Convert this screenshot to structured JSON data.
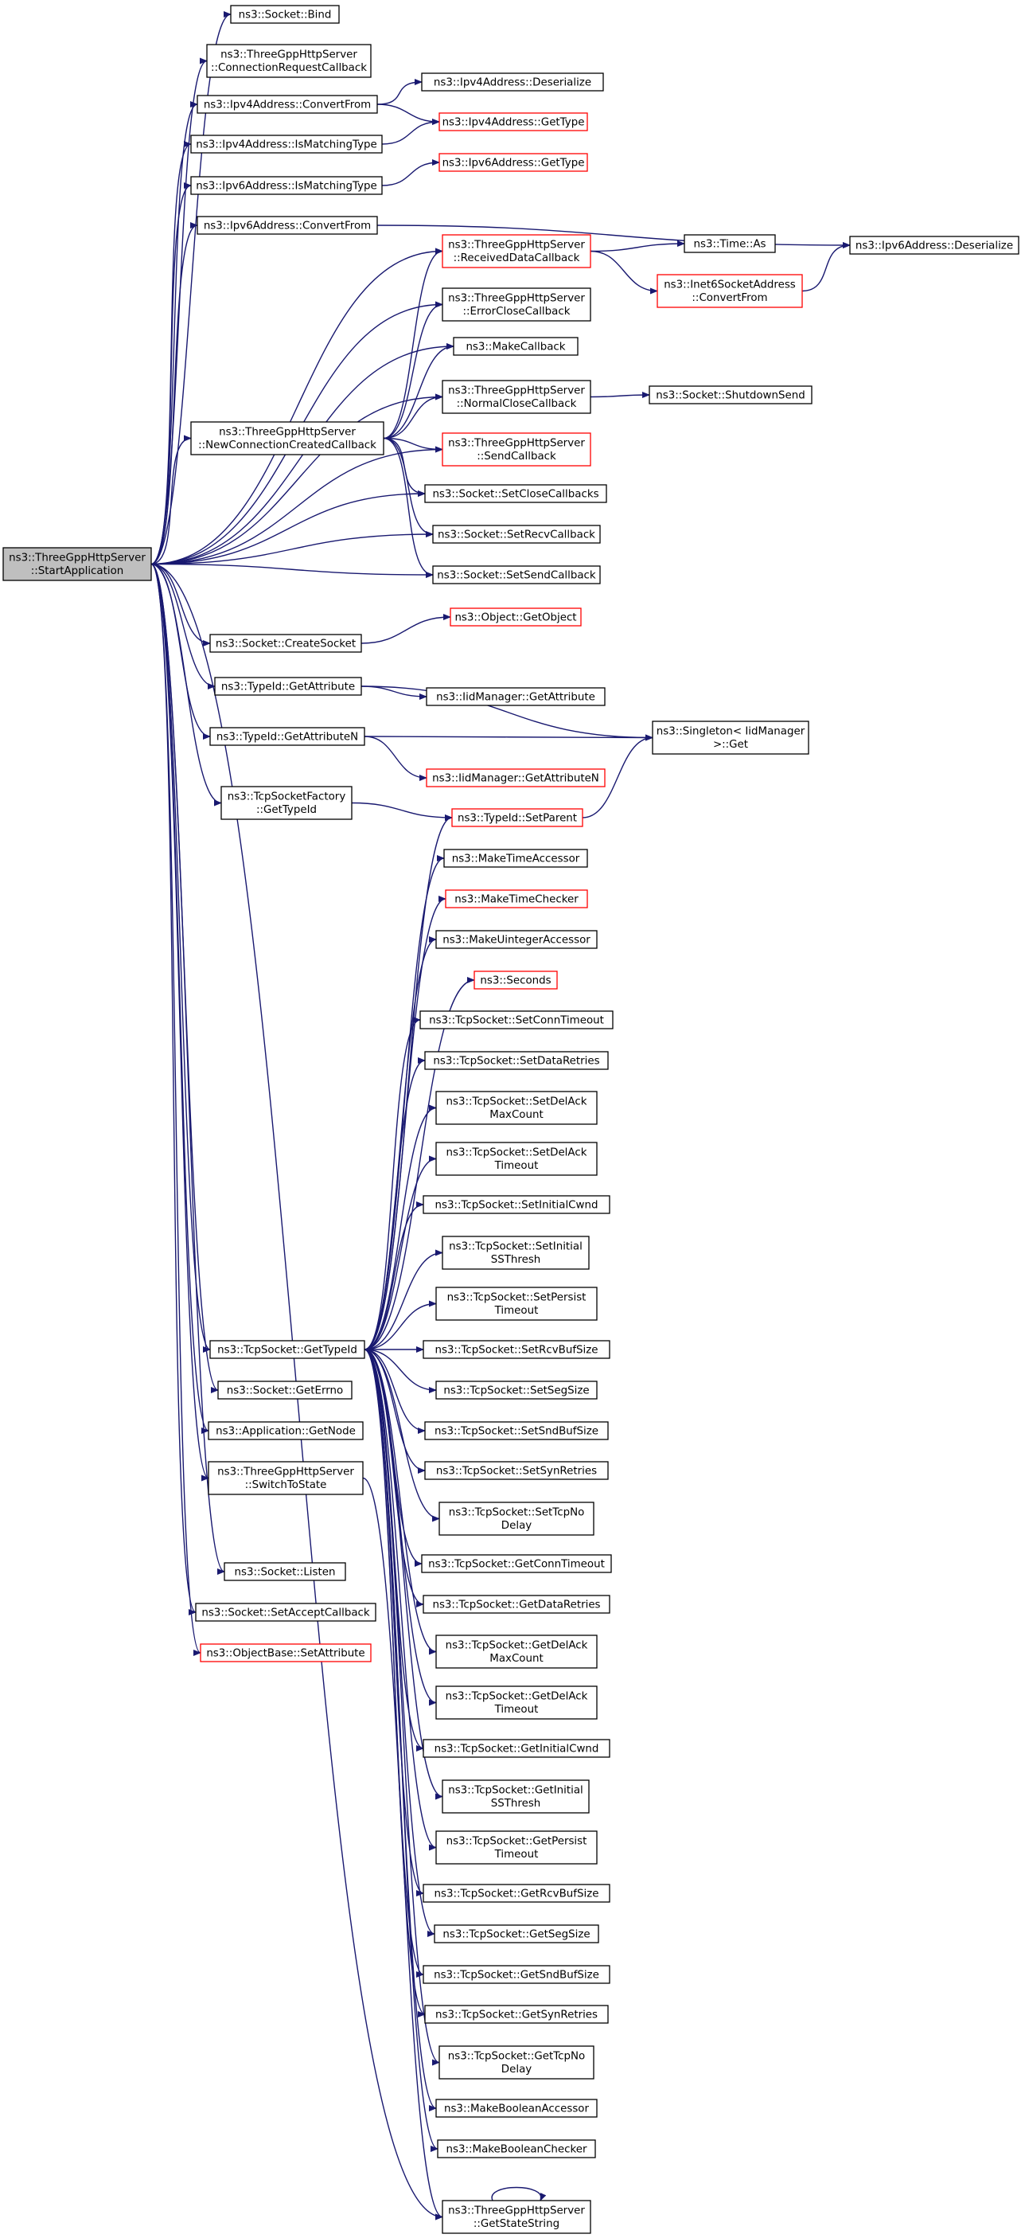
{
  "nodes": {
    "start": {
      "lines": [
        "ns3::ThreeGppHttpServer",
        "::StartApplication"
      ],
      "bg": "#bfbfbf",
      "border": "#000000"
    },
    "sock_bind": {
      "lines": [
        "ns3::Socket::Bind"
      ],
      "bg": "#ffffff",
      "border": "#000000"
    },
    "conn_req_cb": {
      "lines": [
        "ns3::ThreeGppHttpServer",
        "::ConnectionRequestCallback"
      ],
      "bg": "#ffffff",
      "border": "#000000"
    },
    "ipv4_convert": {
      "lines": [
        "ns3::Ipv4Address::ConvertFrom"
      ],
      "bg": "#ffffff",
      "border": "#000000"
    },
    "ipv4_deser": {
      "lines": [
        "ns3::Ipv4Address::Deserialize"
      ],
      "bg": "#ffffff",
      "border": "#000000"
    },
    "ipv4_gettype": {
      "lines": [
        "ns3::Ipv4Address::GetType"
      ],
      "bg": "#ffffff",
      "border": "#ff0000"
    },
    "ipv4_match": {
      "lines": [
        "ns3::Ipv4Address::IsMatchingType"
      ],
      "bg": "#ffffff",
      "border": "#000000"
    },
    "ipv6_match": {
      "lines": [
        "ns3::Ipv6Address::IsMatchingType"
      ],
      "bg": "#ffffff",
      "border": "#000000"
    },
    "ipv6_gettype": {
      "lines": [
        "ns3::Ipv6Address::GetType"
      ],
      "bg": "#ffffff",
      "border": "#ff0000"
    },
    "ipv6_convert": {
      "lines": [
        "ns3::Ipv6Address::ConvertFrom"
      ],
      "bg": "#ffffff",
      "border": "#000000"
    },
    "ipv6_deser": {
      "lines": [
        "ns3::Ipv6Address::Deserialize"
      ],
      "bg": "#ffffff",
      "border": "#000000"
    },
    "recv_cb": {
      "lines": [
        "ns3::ThreeGppHttpServer",
        "::ReceivedDataCallback"
      ],
      "bg": "#ffffff",
      "border": "#ff0000"
    },
    "time_as": {
      "lines": [
        "ns3::Time::As"
      ],
      "bg": "#ffffff",
      "border": "#000000"
    },
    "inet6_convert": {
      "lines": [
        "ns3::Inet6SocketAddress",
        "::ConvertFrom"
      ],
      "bg": "#ffffff",
      "border": "#ff0000"
    },
    "err_close_cb": {
      "lines": [
        "ns3::ThreeGppHttpServer",
        "::ErrorCloseCallback"
      ],
      "bg": "#ffffff",
      "border": "#000000"
    },
    "make_cb": {
      "lines": [
        "ns3::MakeCallback"
      ],
      "bg": "#ffffff",
      "border": "#000000"
    },
    "norm_close_cb": {
      "lines": [
        "ns3::ThreeGppHttpServer",
        "::NormalCloseCallback"
      ],
      "bg": "#ffffff",
      "border": "#000000"
    },
    "shutdown_send": {
      "lines": [
        "ns3::Socket::ShutdownSend"
      ],
      "bg": "#ffffff",
      "border": "#000000"
    },
    "new_conn_cb": {
      "lines": [
        "ns3::ThreeGppHttpServer",
        "::NewConnectionCreatedCallback"
      ],
      "bg": "#ffffff",
      "border": "#000000"
    },
    "send_cb": {
      "lines": [
        "ns3::ThreeGppHttpServer",
        "::SendCallback"
      ],
      "bg": "#ffffff",
      "border": "#ff0000"
    },
    "set_close_cbs": {
      "lines": [
        "ns3::Socket::SetCloseCallbacks"
      ],
      "bg": "#ffffff",
      "border": "#000000"
    },
    "set_recv_cb": {
      "lines": [
        "ns3::Socket::SetRecvCallback"
      ],
      "bg": "#ffffff",
      "border": "#000000"
    },
    "set_send_cb": {
      "lines": [
        "ns3::Socket::SetSendCallback"
      ],
      "bg": "#ffffff",
      "border": "#000000"
    },
    "create_socket": {
      "lines": [
        "ns3::Socket::CreateSocket"
      ],
      "bg": "#ffffff",
      "border": "#000000"
    },
    "get_object": {
      "lines": [
        "ns3::Object::GetObject"
      ],
      "bg": "#ffffff",
      "border": "#ff0000"
    },
    "typeid_getattr": {
      "lines": [
        "ns3::TypeId::GetAttribute"
      ],
      "bg": "#ffffff",
      "border": "#000000"
    },
    "iidm_getattr": {
      "lines": [
        "ns3::IidManager::GetAttribute"
      ],
      "bg": "#ffffff",
      "border": "#000000"
    },
    "typeid_getattrn": {
      "lines": [
        "ns3::TypeId::GetAttributeN"
      ],
      "bg": "#ffffff",
      "border": "#000000"
    },
    "singleton_get": {
      "lines": [
        "ns3::Singleton< IidManager",
        " >::Get"
      ],
      "bg": "#ffffff",
      "border": "#000000"
    },
    "iidm_getattrn": {
      "lines": [
        "ns3::IidManager::GetAttributeN"
      ],
      "bg": "#ffffff",
      "border": "#ff0000"
    },
    "tcpsf_gettypeid": {
      "lines": [
        "ns3::TcpSocketFactory",
        "::GetTypeId"
      ],
      "bg": "#ffffff",
      "border": "#000000"
    },
    "typeid_setparent": {
      "lines": [
        "ns3::TypeId::SetParent"
      ],
      "bg": "#ffffff",
      "border": "#ff0000"
    },
    "make_time_acc": {
      "lines": [
        "ns3::MakeTimeAccessor"
      ],
      "bg": "#ffffff",
      "border": "#000000"
    },
    "make_time_chk": {
      "lines": [
        "ns3::MakeTimeChecker"
      ],
      "bg": "#ffffff",
      "border": "#ff0000"
    },
    "make_uint_acc": {
      "lines": [
        "ns3::MakeUintegerAccessor"
      ],
      "bg": "#ffffff",
      "border": "#000000"
    },
    "seconds": {
      "lines": [
        "ns3::Seconds"
      ],
      "bg": "#ffffff",
      "border": "#ff0000"
    },
    "set_conn_to": {
      "lines": [
        "ns3::TcpSocket::SetConnTimeout"
      ],
      "bg": "#ffffff",
      "border": "#000000"
    },
    "set_data_retr": {
      "lines": [
        "ns3::TcpSocket::SetDataRetries"
      ],
      "bg": "#ffffff",
      "border": "#000000"
    },
    "set_delack_max": {
      "lines": [
        "ns3::TcpSocket::SetDelAck",
        "MaxCount"
      ],
      "bg": "#ffffff",
      "border": "#000000"
    },
    "set_delack_to": {
      "lines": [
        "ns3::TcpSocket::SetDelAck",
        "Timeout"
      ],
      "bg": "#ffffff",
      "border": "#000000"
    },
    "set_init_cwnd": {
      "lines": [
        "ns3::TcpSocket::SetInitialCwnd"
      ],
      "bg": "#ffffff",
      "border": "#000000"
    },
    "set_init_ss": {
      "lines": [
        "ns3::TcpSocket::SetInitial",
        "SSThresh"
      ],
      "bg": "#ffffff",
      "border": "#000000"
    },
    "set_persist": {
      "lines": [
        "ns3::TcpSocket::SetPersist",
        "Timeout"
      ],
      "bg": "#ffffff",
      "border": "#000000"
    },
    "set_rcvbuf": {
      "lines": [
        "ns3::TcpSocket::SetRcvBufSize"
      ],
      "bg": "#ffffff",
      "border": "#000000"
    },
    "tcp_gettypeid": {
      "lines": [
        "ns3::TcpSocket::GetTypeId"
      ],
      "bg": "#ffffff",
      "border": "#000000"
    },
    "set_segsize": {
      "lines": [
        "ns3::TcpSocket::SetSegSize"
      ],
      "bg": "#ffffff",
      "border": "#000000"
    },
    "sock_geterrno": {
      "lines": [
        "ns3::Socket::GetErrno"
      ],
      "bg": "#ffffff",
      "border": "#000000"
    },
    "set_sndbuf": {
      "lines": [
        "ns3::TcpSocket::SetSndBufSize"
      ],
      "bg": "#ffffff",
      "border": "#000000"
    },
    "app_getnode": {
      "lines": [
        "ns3::Application::GetNode"
      ],
      "bg": "#ffffff",
      "border": "#000000"
    },
    "set_syn_retr": {
      "lines": [
        "ns3::TcpSocket::SetSynRetries"
      ],
      "bg": "#ffffff",
      "border": "#000000"
    },
    "switch_state": {
      "lines": [
        "ns3::ThreeGppHttpServer",
        "::SwitchToState"
      ],
      "bg": "#ffffff",
      "border": "#000000"
    },
    "set_tcpnodelay": {
      "lines": [
        "ns3::TcpSocket::SetTcpNo",
        "Delay"
      ],
      "bg": "#ffffff",
      "border": "#000000"
    },
    "sock_listen": {
      "lines": [
        "ns3::Socket::Listen"
      ],
      "bg": "#ffffff",
      "border": "#000000"
    },
    "get_conn_to": {
      "lines": [
        "ns3::TcpSocket::GetConnTimeout"
      ],
      "bg": "#ffffff",
      "border": "#000000"
    },
    "set_accept_cb": {
      "lines": [
        "ns3::Socket::SetAcceptCallback"
      ],
      "bg": "#ffffff",
      "border": "#000000"
    },
    "get_data_retr": {
      "lines": [
        "ns3::TcpSocket::GetDataRetries"
      ],
      "bg": "#ffffff",
      "border": "#000000"
    },
    "ob_setattr": {
      "lines": [
        "ns3::ObjectBase::SetAttribute"
      ],
      "bg": "#ffffff",
      "border": "#ff0000"
    },
    "get_delack_max": {
      "lines": [
        "ns3::TcpSocket::GetDelAck",
        "MaxCount"
      ],
      "bg": "#ffffff",
      "border": "#000000"
    },
    "get_delack_to": {
      "lines": [
        "ns3::TcpSocket::GetDelAck",
        "Timeout"
      ],
      "bg": "#ffffff",
      "border": "#000000"
    },
    "get_init_cwnd": {
      "lines": [
        "ns3::TcpSocket::GetInitialCwnd"
      ],
      "bg": "#ffffff",
      "border": "#000000"
    },
    "get_init_ss": {
      "lines": [
        "ns3::TcpSocket::GetInitial",
        "SSThresh"
      ],
      "bg": "#ffffff",
      "border": "#000000"
    },
    "get_persist": {
      "lines": [
        "ns3::TcpSocket::GetPersist",
        "Timeout"
      ],
      "bg": "#ffffff",
      "border": "#000000"
    },
    "get_rcvbuf": {
      "lines": [
        "ns3::TcpSocket::GetRcvBufSize"
      ],
      "bg": "#ffffff",
      "border": "#000000"
    },
    "get_segsize": {
      "lines": [
        "ns3::TcpSocket::GetSegSize"
      ],
      "bg": "#ffffff",
      "border": "#000000"
    },
    "get_sndbuf": {
      "lines": [
        "ns3::TcpSocket::GetSndBufSize"
      ],
      "bg": "#ffffff",
      "border": "#000000"
    },
    "get_syn_retr": {
      "lines": [
        "ns3::TcpSocket::GetSynRetries"
      ],
      "bg": "#ffffff",
      "border": "#000000"
    },
    "get_tcpnodelay": {
      "lines": [
        "ns3::TcpSocket::GetTcpNo",
        "Delay"
      ],
      "bg": "#ffffff",
      "border": "#000000"
    },
    "make_bool_acc": {
      "lines": [
        "ns3::MakeBooleanAccessor"
      ],
      "bg": "#ffffff",
      "border": "#000000"
    },
    "make_bool_chk": {
      "lines": [
        "ns3::MakeBooleanChecker"
      ],
      "bg": "#ffffff",
      "border": "#000000"
    },
    "get_state_str": {
      "lines": [
        "ns3::ThreeGppHttpServer",
        "::GetStateString"
      ],
      "bg": "#ffffff",
      "border": "#000000"
    }
  },
  "edges": [
    [
      "start",
      "sock_bind"
    ],
    [
      "start",
      "conn_req_cb"
    ],
    [
      "start",
      "ipv4_convert"
    ],
    [
      "start",
      "ipv4_match"
    ],
    [
      "start",
      "ipv6_match"
    ],
    [
      "start",
      "ipv6_convert"
    ],
    [
      "start",
      "recv_cb"
    ],
    [
      "start",
      "err_close_cb"
    ],
    [
      "start",
      "make_cb"
    ],
    [
      "start",
      "norm_close_cb"
    ],
    [
      "start",
      "new_conn_cb"
    ],
    [
      "start",
      "send_cb"
    ],
    [
      "start",
      "set_close_cbs"
    ],
    [
      "start",
      "set_recv_cb"
    ],
    [
      "start",
      "set_send_cb"
    ],
    [
      "start",
      "create_socket"
    ],
    [
      "start",
      "typeid_getattr"
    ],
    [
      "start",
      "typeid_getattrn"
    ],
    [
      "start",
      "tcpsf_gettypeid"
    ],
    [
      "start",
      "tcp_gettypeid"
    ],
    [
      "start",
      "sock_geterrno"
    ],
    [
      "start",
      "app_getnode"
    ],
    [
      "start",
      "switch_state"
    ],
    [
      "start",
      "sock_listen"
    ],
    [
      "start",
      "set_accept_cb"
    ],
    [
      "start",
      "ob_setattr"
    ],
    [
      "start",
      "get_state_str"
    ],
    [
      "ipv4_convert",
      "ipv4_deser"
    ],
    [
      "ipv4_convert",
      "ipv4_gettype"
    ],
    [
      "ipv4_match",
      "ipv4_gettype"
    ],
    [
      "ipv6_match",
      "ipv6_gettype"
    ],
    [
      "ipv6_convert",
      "ipv6_deser"
    ],
    [
      "recv_cb",
      "time_as"
    ],
    [
      "recv_cb",
      "inet6_convert"
    ],
    [
      "inet6_convert",
      "ipv6_deser"
    ],
    [
      "norm_close_cb",
      "shutdown_send"
    ],
    [
      "new_conn_cb",
      "recv_cb"
    ],
    [
      "new_conn_cb",
      "err_close_cb"
    ],
    [
      "new_conn_cb",
      "make_cb"
    ],
    [
      "new_conn_cb",
      "norm_close_cb"
    ],
    [
      "new_conn_cb",
      "send_cb"
    ],
    [
      "new_conn_cb",
      "set_close_cbs"
    ],
    [
      "new_conn_cb",
      "set_recv_cb"
    ],
    [
      "new_conn_cb",
      "set_send_cb"
    ],
    [
      "create_socket",
      "get_object"
    ],
    [
      "typeid_getattr",
      "iidm_getattr"
    ],
    [
      "typeid_getattr",
      "singleton_get"
    ],
    [
      "typeid_getattrn",
      "singleton_get"
    ],
    [
      "typeid_getattrn",
      "iidm_getattrn"
    ],
    [
      "tcpsf_gettypeid",
      "typeid_setparent"
    ],
    [
      "typeid_setparent",
      "singleton_get"
    ],
    [
      "tcp_gettypeid",
      "typeid_setparent"
    ],
    [
      "tcp_gettypeid",
      "make_time_acc"
    ],
    [
      "tcp_gettypeid",
      "make_time_chk"
    ],
    [
      "tcp_gettypeid",
      "make_uint_acc"
    ],
    [
      "tcp_gettypeid",
      "seconds"
    ],
    [
      "tcp_gettypeid",
      "set_conn_to"
    ],
    [
      "tcp_gettypeid",
      "set_data_retr"
    ],
    [
      "tcp_gettypeid",
      "set_delack_max"
    ],
    [
      "tcp_gettypeid",
      "set_delack_to"
    ],
    [
      "tcp_gettypeid",
      "set_init_cwnd"
    ],
    [
      "tcp_gettypeid",
      "set_init_ss"
    ],
    [
      "tcp_gettypeid",
      "set_persist"
    ],
    [
      "tcp_gettypeid",
      "set_rcvbuf"
    ],
    [
      "tcp_gettypeid",
      "set_segsize"
    ],
    [
      "tcp_gettypeid",
      "set_sndbuf"
    ],
    [
      "tcp_gettypeid",
      "set_syn_retr"
    ],
    [
      "tcp_gettypeid",
      "set_tcpnodelay"
    ],
    [
      "tcp_gettypeid",
      "get_conn_to"
    ],
    [
      "tcp_gettypeid",
      "get_data_retr"
    ],
    [
      "tcp_gettypeid",
      "get_delack_max"
    ],
    [
      "tcp_gettypeid",
      "get_delack_to"
    ],
    [
      "tcp_gettypeid",
      "get_init_cwnd"
    ],
    [
      "tcp_gettypeid",
      "get_init_ss"
    ],
    [
      "tcp_gettypeid",
      "get_persist"
    ],
    [
      "tcp_gettypeid",
      "get_rcvbuf"
    ],
    [
      "tcp_gettypeid",
      "get_segsize"
    ],
    [
      "tcp_gettypeid",
      "get_sndbuf"
    ],
    [
      "tcp_gettypeid",
      "get_syn_retr"
    ],
    [
      "tcp_gettypeid",
      "get_tcpnodelay"
    ],
    [
      "tcp_gettypeid",
      "make_bool_acc"
    ],
    [
      "tcp_gettypeid",
      "make_bool_chk"
    ],
    [
      "switch_state",
      "get_state_str"
    ],
    [
      "get_state_str",
      "get_state_str"
    ]
  ],
  "colors": {
    "edge": "#191970",
    "text": "#000000"
  }
}
